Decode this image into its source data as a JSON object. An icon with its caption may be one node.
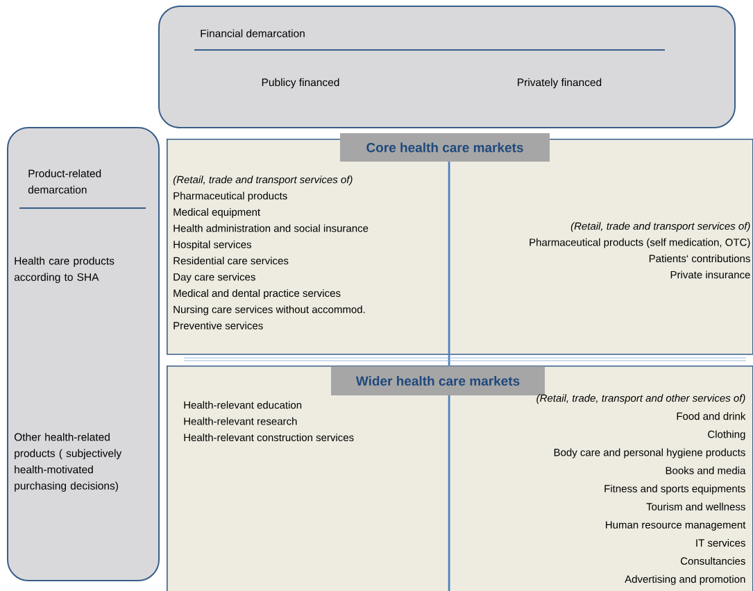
{
  "diagram": {
    "nodes": [
      {
        "text": [
          "Financial demarcation",
          "Publicy financed",
          "Privately financed"
        ]
      },
      {
        "text": [
          "Product-related demarcation",
          "Health care products according to SHA",
          "Other health-related products ( subjectively health-motivated purchasing decisions)"
        ]
      },
      {
        "text": [
          "Core health care markets"
        ]
      },
      {
        "text": [
          "(Retail, trade and transport services of)",
          "Pharmaceutical products",
          "Medical equipment",
          "Health administration and social insurance",
          "Hospital services",
          "Residential care services",
          "Day care services",
          "Medical and dental practice services",
          "Nursing care services without accommod.",
          "Preventive services"
        ],
        "in": 2
      },
      {
        "text": [
          "(Retail, trade and transport services of)",
          "Pharmaceutical products (self medication, OTC)",
          "Patients‘ contributions",
          "Private insurance"
        ],
        "in": 2
      },
      {
        "text": [
          "Wider health care markets"
        ]
      },
      {
        "text": [
          "Health-relevant education",
          "Health-relevant research",
          "Health-relevant construction services"
        ],
        "in": 5
      },
      {
        "text": [
          "(Retail, trade, transport and other services of)",
          "Food and drink",
          "Clothing",
          "Body care and personal hygiene products",
          "Books and media",
          "Fitness and sports equipments",
          "Tourism and wellness",
          "Human resource management",
          "IT services",
          "Consultancies",
          "Advertising and promotion"
        ],
        "in": 5
      }
    ]
  }
}
